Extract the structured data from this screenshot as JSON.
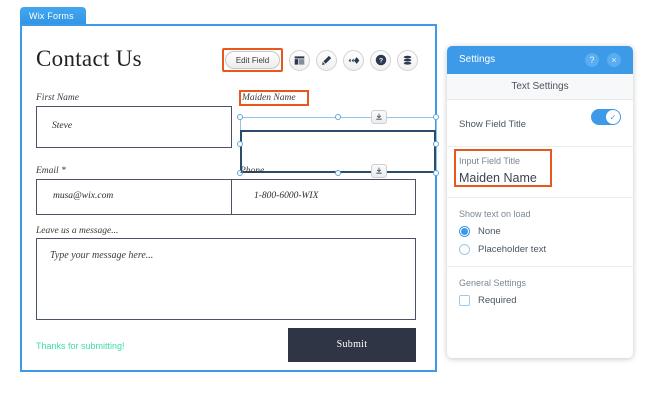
{
  "tab": {
    "label": "Wix Forms"
  },
  "canvas": {
    "form_title": "Contact Us",
    "toolbar": {
      "edit_field_label": "Edit Field",
      "icons": [
        {
          "name": "layout-icon",
          "glyph": "layout"
        },
        {
          "name": "design-pencil-icon",
          "glyph": "pencil"
        },
        {
          "name": "animation-icon",
          "glyph": "animation"
        },
        {
          "name": "help-icon",
          "glyph": "question"
        },
        {
          "name": "database-icon",
          "glyph": "database"
        }
      ]
    },
    "fields": [
      {
        "label": "First Name",
        "value": "Steve"
      },
      {
        "label": "Maiden Name",
        "value": ""
      },
      {
        "label": "Email *",
        "value": "musa@wix.com"
      },
      {
        "label": "Phone",
        "value": "1-800-6000-WIX"
      }
    ],
    "message": {
      "label": "Leave us a message...",
      "placeholder": "Type your message here..."
    },
    "footer": {
      "thanks_text": "Thanks for submitting!",
      "submit_label": "Submit"
    }
  },
  "settings": {
    "title": "Settings",
    "help_glyph": "?",
    "close_glyph": "×",
    "subheader": "Text Settings",
    "show_field_title": {
      "label": "Show Field Title",
      "enabled": true
    },
    "input_field_title": {
      "label": "Input Field Title",
      "value": "Maiden Name"
    },
    "show_text_on_load": {
      "label": "Show text on load",
      "options": [
        {
          "label": "None",
          "selected": true
        },
        {
          "label": "Placeholder text",
          "selected": false
        }
      ]
    },
    "general_settings": {
      "label": "General Settings",
      "options": [
        {
          "label": "Required",
          "checked": false
        }
      ]
    }
  },
  "colors": {
    "accent_blue": "#3d9ae8",
    "highlight_orange": "#e8571c",
    "dark_navy": "#2f3545",
    "mint_green": "#3ddcae"
  }
}
